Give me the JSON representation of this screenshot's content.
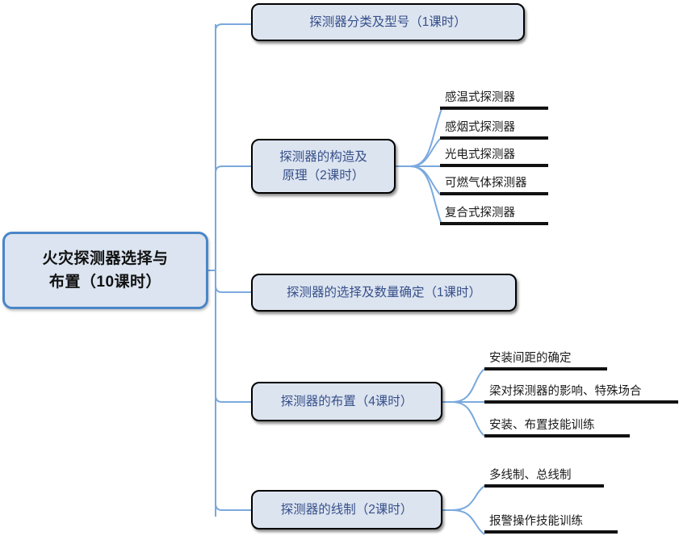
{
  "diagram": {
    "type": "mind-map",
    "title": "火灾探测器选择与布置（10课时）",
    "colors": {
      "root_fill": "#dbe4f0",
      "root_border": "#4a86c8",
      "branch_fill": "#dce4f0",
      "branch_border": "#000000",
      "branch_text": "#37508a",
      "connector": "#7aa9dd",
      "leaf_rule": "#111111",
      "background": "#ffffff"
    },
    "root": {
      "label": "火灾探测器选择与\n布置（10课时）",
      "line1": "火灾探测器选择与",
      "line2": "布置（10课时）",
      "hours": "10课时"
    },
    "branches": [
      {
        "id": "classification",
        "label": "探测器分类及型号（1课时）",
        "hours": "1课时",
        "children": []
      },
      {
        "id": "structure-principle",
        "line1": "探测器的构造及",
        "line2": "原理（2课时）",
        "label": "探测器的构造及原理（2课时）",
        "hours": "2课时",
        "children": [
          {
            "label": "感温式探测器"
          },
          {
            "label": "感烟式探测器"
          },
          {
            "label": "光电式探测器"
          },
          {
            "label": "可燃气体探测器"
          },
          {
            "label": "复合式探测器"
          }
        ]
      },
      {
        "id": "selection-quantity",
        "label": "探测器的选择及数量确定（1课时）",
        "hours": "1课时",
        "children": []
      },
      {
        "id": "layout",
        "label": "探测器的布置（4课时）",
        "hours": "4课时",
        "children": [
          {
            "label": "安装间距的确定"
          },
          {
            "label": "梁对探测器的影响、特殊场合"
          },
          {
            "label": "安装、布置技能训练"
          }
        ]
      },
      {
        "id": "wiring-system",
        "label": "探测器的线制（2课时）",
        "hours": "2课时",
        "children": [
          {
            "label": "多线制、总线制"
          },
          {
            "label": "报警操作技能训练"
          }
        ]
      }
    ]
  }
}
